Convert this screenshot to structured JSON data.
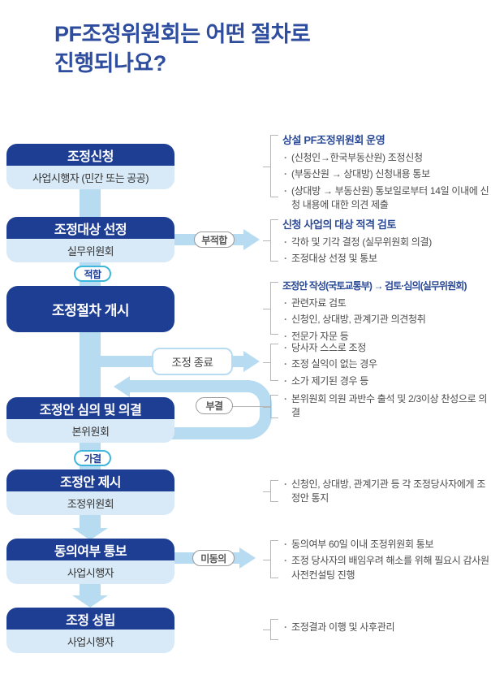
{
  "title": {
    "line1": "PF조정위원회는 어떤 절차로",
    "line2": "진행되나요?"
  },
  "flow": {
    "steps": [
      {
        "title": "조정신청",
        "subtitle": "사업시행자 (민간 또는 공공)"
      },
      {
        "title": "조정대상 선정",
        "subtitle": "실무위원회"
      },
      {
        "title": "조정절차 개시",
        "subtitle": ""
      },
      {
        "title": "조정안 심의 및 의결",
        "subtitle": "본위원회"
      },
      {
        "title": "조정안 제시",
        "subtitle": "조정위원회"
      },
      {
        "title": "동의여부 통보",
        "subtitle": "사업시행자"
      },
      {
        "title": "조정 성립",
        "subtitle": "사업시행자"
      }
    ],
    "labels": {
      "pass": "적합",
      "fail": "부적합",
      "approved": "가결",
      "rejected": "부결",
      "disagree": "미동의",
      "end": "조정 종료"
    }
  },
  "annotations": [
    {
      "header": "상설 PF조정위원회 운영",
      "bullets": [
        "(신청인→한국부동산원) 조정신청",
        "(부동산원 → 상대방) 신청내용 통보",
        "(상대방 → 부동산원) 통보일로부터 14일 이내에 신청 내용에 대한 의견 제출"
      ]
    },
    {
      "header": "신청 사업의 대상 적격 검토",
      "bullets": [
        "각하 및 기각 결정 (실무위원회 의결)",
        "조정대상 선정 및 통보"
      ]
    },
    {
      "header": "조정안 작성(국토교통부) → 검토·심의(실무위원회)",
      "bullets": [
        "관련자료 검토",
        "신청인, 상대방, 관계기관 의견청취",
        "전문가 자문 등"
      ]
    },
    {
      "header": "",
      "bullets": [
        "당사자 스스로 조정",
        "조정 실익이 없는 경우",
        "소가 제기된 경우 등"
      ]
    },
    {
      "header": "",
      "bullets": [
        "본위원회 의원 과반수 출석 및 2/3이상 찬성으로 의결"
      ]
    },
    {
      "header": "",
      "bullets": [
        "신청인, 상대방, 관계기관 등 각 조정당사자에게 조정안 통지"
      ]
    },
    {
      "header": "",
      "bullets": [
        "동의여부 60일 이내 조정위원회 통보",
        "조정 당사자의 배임우려 해소를 위해 필요시 감사원 사전컨설팅 진행"
      ]
    },
    {
      "header": "",
      "bullets": [
        "조정결과 이행 및 사후관리"
      ]
    }
  ],
  "colors": {
    "navy_block": "#1e3e94",
    "light_body": "#d8eaf7",
    "arrow_blue": "#b7dcf2",
    "title_blue": "#2e4d9e",
    "annotation_header_blue": "#2a4a97",
    "pass_border_cyan": "#3fb6dc",
    "gray_border": "#9a9a9a",
    "bracket_gray": "#b6b6b6"
  }
}
